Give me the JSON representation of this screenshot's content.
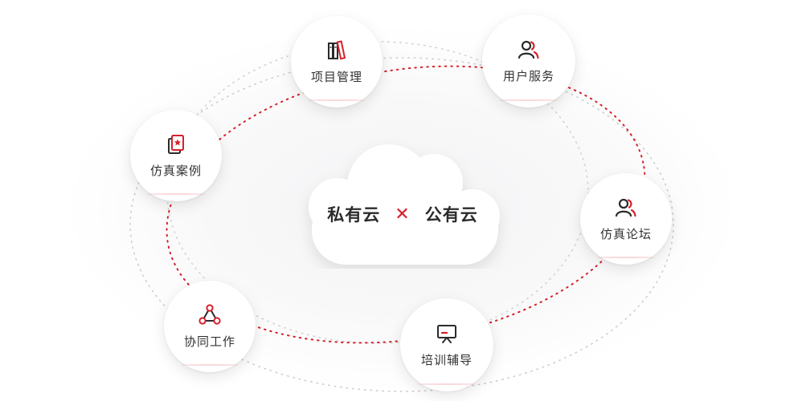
{
  "center": {
    "left_label": "私有云",
    "separator": "✕",
    "right_label": "公有云"
  },
  "nodes": {
    "project": {
      "label": "项目管理",
      "icon": "binders-icon"
    },
    "user_service": {
      "label": "用户服务",
      "icon": "users-icon"
    },
    "cases": {
      "label": "仿真案例",
      "icon": "case-cards-icon"
    },
    "forum": {
      "label": "仿真论坛",
      "icon": "users-icon"
    },
    "collab": {
      "label": "协同工作",
      "icon": "network-icon"
    },
    "training": {
      "label": "培训辅导",
      "icon": "presentation-board-icon"
    }
  },
  "colors": {
    "accent": "#d6202b",
    "text": "#333333",
    "dotted_gray": "#c9c9c9"
  }
}
